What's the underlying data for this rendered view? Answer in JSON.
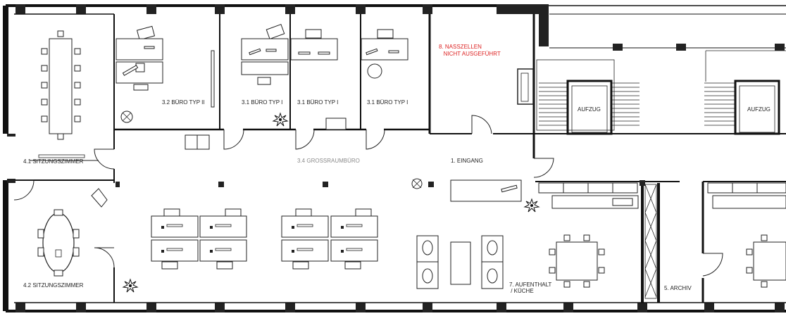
{
  "rooms": {
    "meeting_large": "4.1 SITZUNGSZIMMER",
    "meeting_small": "4.2 SITZUNGSZIMMER",
    "office_type2": "3.2 BÜRO TYP II",
    "office_type1_a": "3.1 BÜRO TYP I",
    "office_type1_b": "3.1 BÜRO TYP I",
    "office_type1_c": "3.1 BÜRO TYP I",
    "open_office": "3.4 GROSSRAUMBÜRO",
    "wet_cells": "8. NASSZELLEN\n   NICHT AUSGEFÜHRT",
    "entrance": "1. EINGANG",
    "lift_left": "AUFZUG",
    "lift_right": "AUFZUG",
    "lounge_kitchen": "7. AUFENTHALT\n / KÜCHE",
    "archive": "5. ARCHIV"
  },
  "colors": {
    "wall": "#111111",
    "line": "#222222",
    "red_label": "#dd2222",
    "grey_label": "#8a8a8a"
  }
}
